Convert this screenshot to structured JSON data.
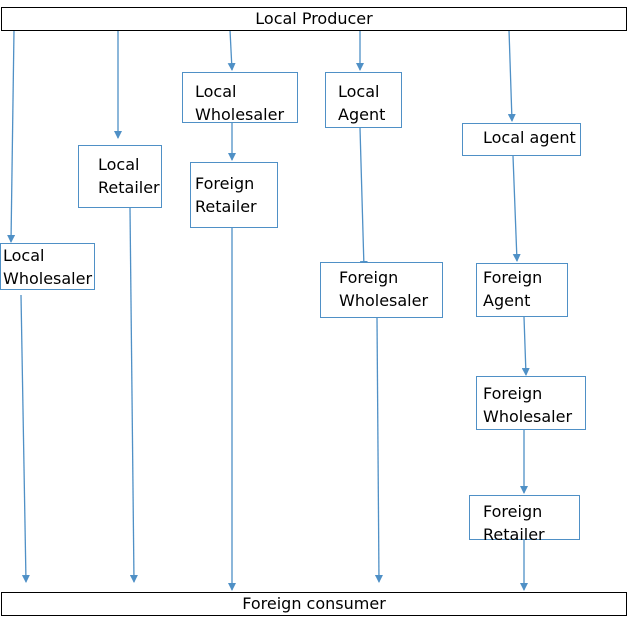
{
  "producer": "Local Producer",
  "consumer": "Foreign consumer",
  "nodes": {
    "local_wholesaler_a": "Local\nWholesaler",
    "local_agent_b": "Local\nAgent",
    "local_retailer_c": "Local\nRetailer",
    "foreign_retailer_d": "Foreign\nRetailer",
    "local_agent_e": "Local agent",
    "local_wholesaler_f": "Local\nWholesaler",
    "foreign_wholesaler_g": "Foreign\nWholesaler",
    "foreign_agent_h": "Foreign\nAgent",
    "foreign_wholesaler_i": "Foreign\nWholesaler",
    "foreign_retailer_j": "Foreign\nRetailer"
  },
  "colors": {
    "arrow": "#4f90c6",
    "bar_border": "#000000",
    "box_border": "#4f90c6"
  }
}
